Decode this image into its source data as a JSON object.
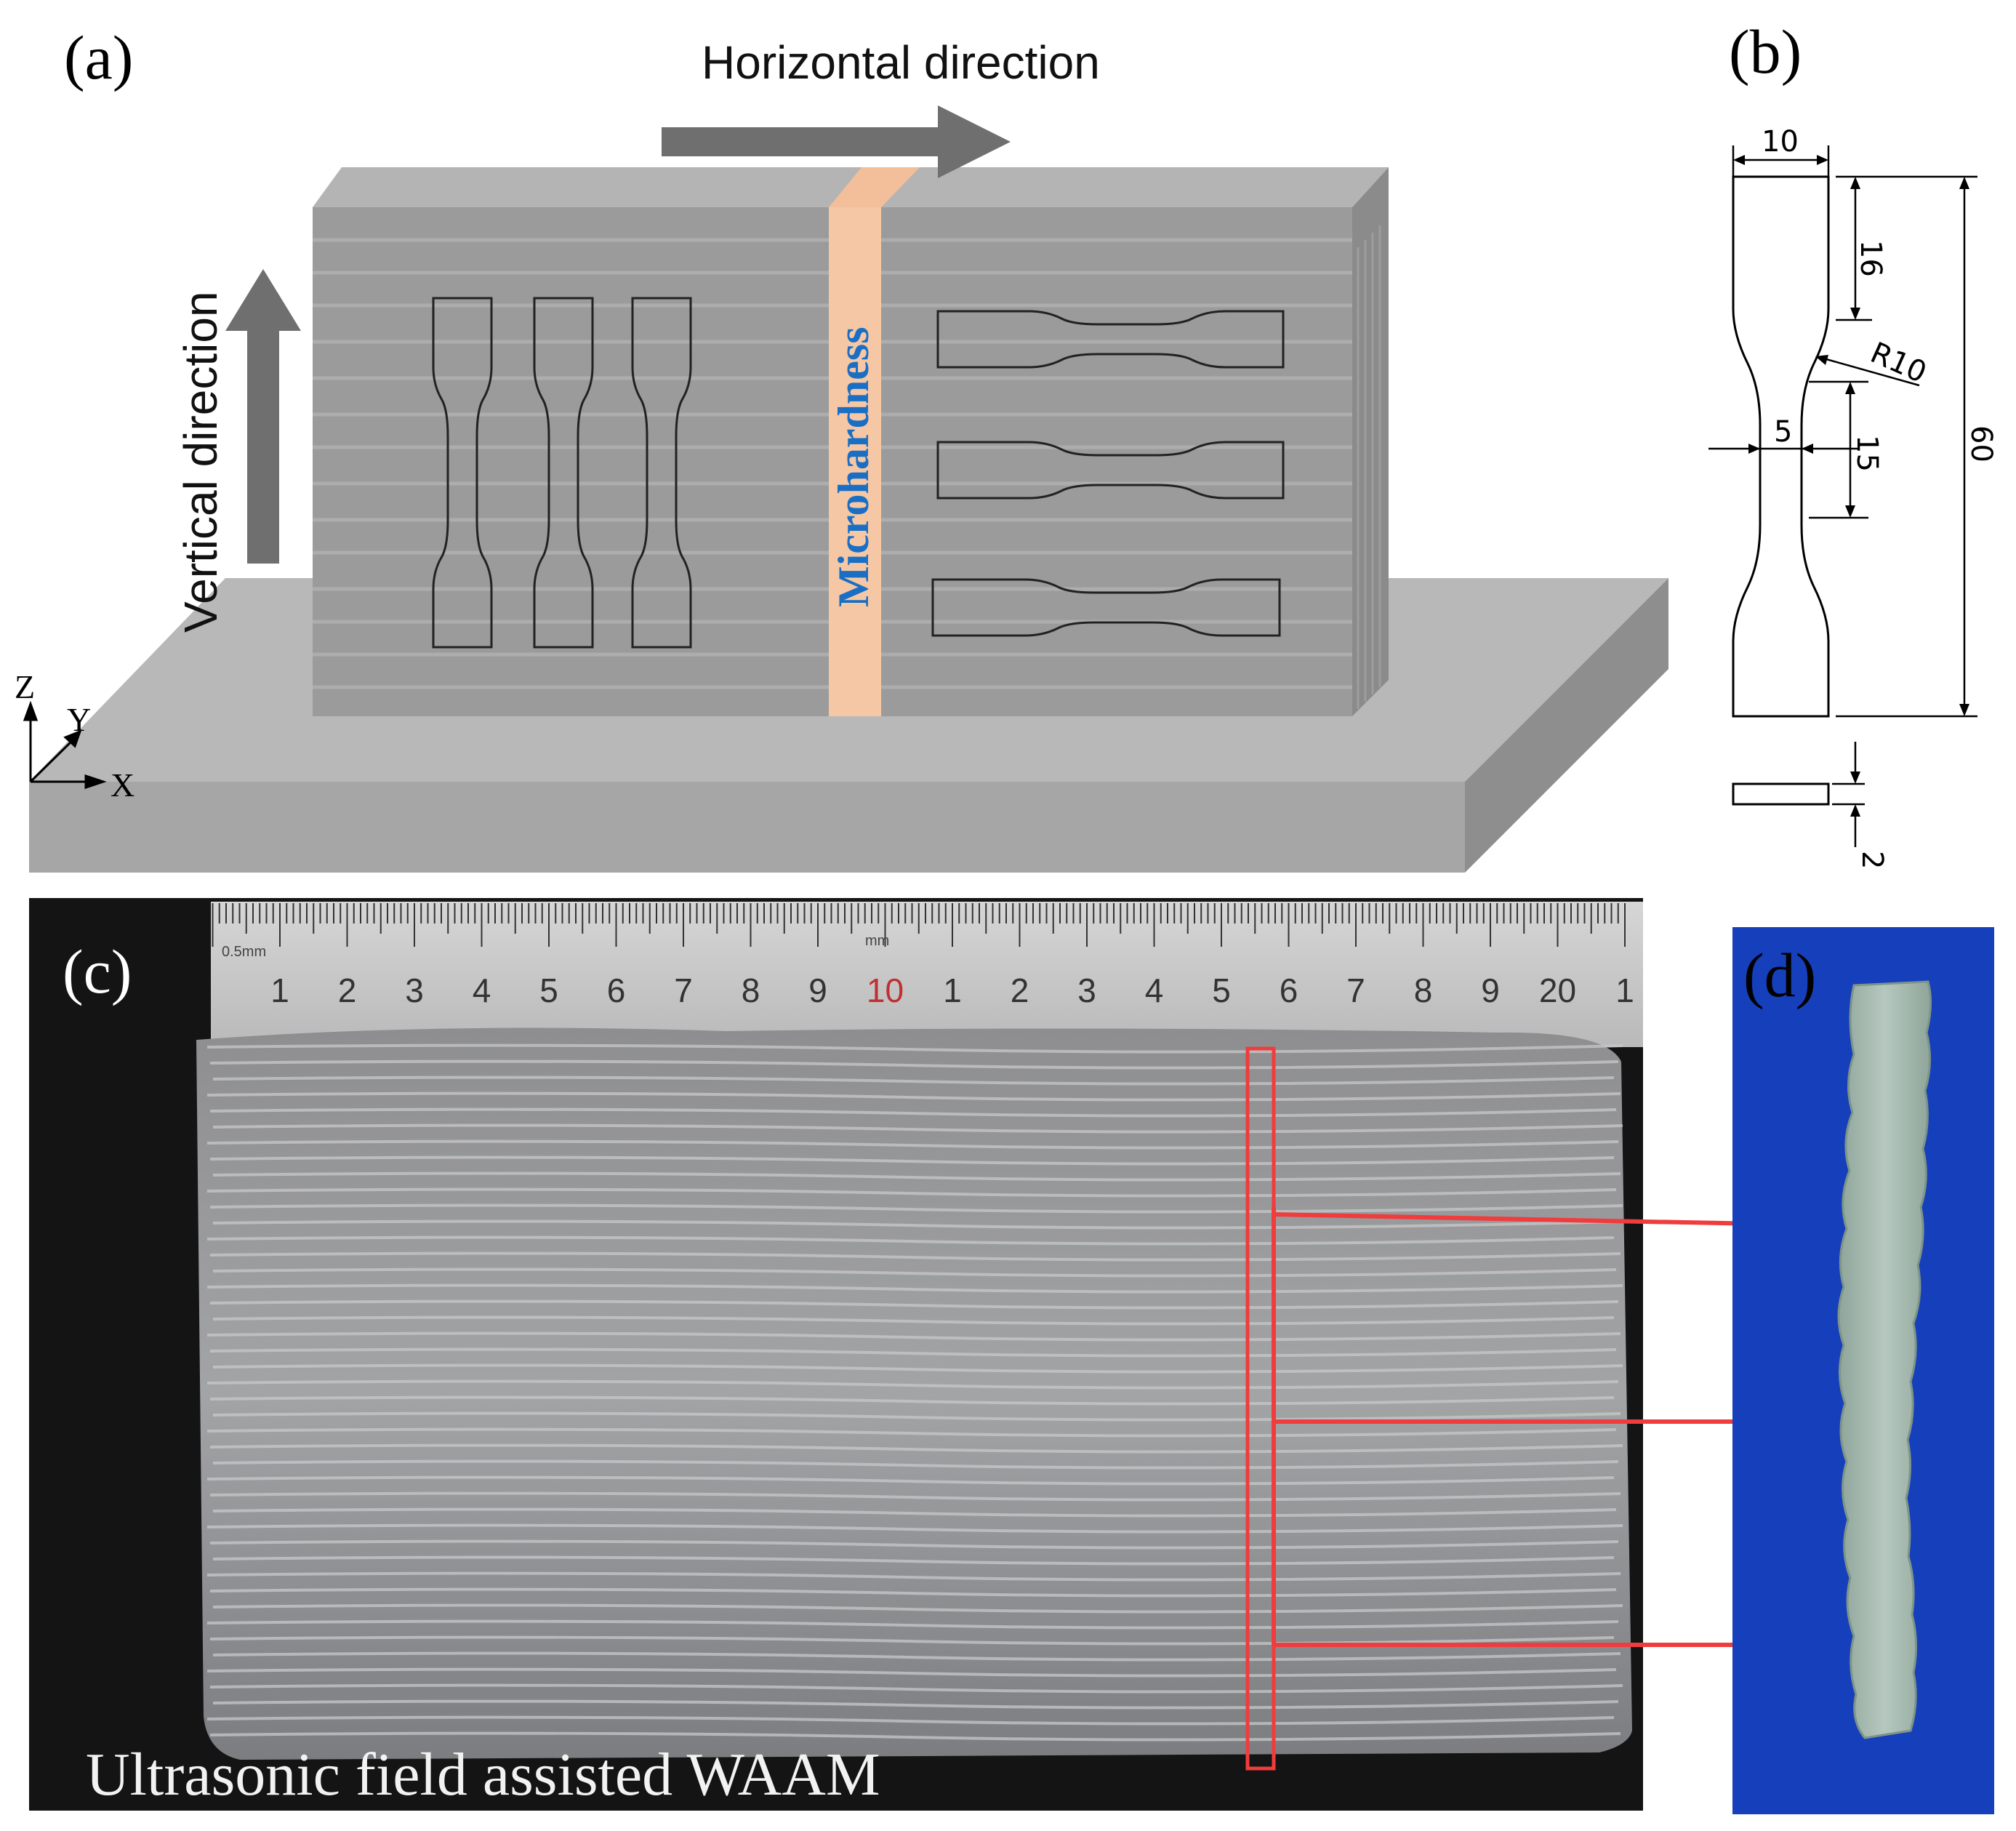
{
  "panels": {
    "a": {
      "label": "(a)",
      "horizontal_label": "Horizontal direction",
      "vertical_label": "Vertical direction",
      "strip_label": "Microhardness",
      "axes": {
        "z": "Z",
        "y": "Y",
        "x": "X"
      }
    },
    "b": {
      "label": "(b)",
      "dims": {
        "width_top": "10",
        "grip_len": "16",
        "radius": "R10",
        "gauge_width": "5",
        "gauge_len": "15",
        "total_len": "60",
        "thickness": "2"
      }
    },
    "c": {
      "label": "(c)",
      "caption": "Ultrasonic field assisted WAAM",
      "ruler_unit": "0.5mm",
      "ruler_unit2": "mm",
      "ruler_numbers": [
        "1",
        "2",
        "3",
        "4",
        "5",
        "6",
        "7",
        "8",
        "9",
        "10",
        "1",
        "2",
        "3",
        "4",
        "5",
        "6",
        "7",
        "8",
        "9",
        "20",
        "1"
      ]
    },
    "d": {
      "label": "(d)"
    }
  },
  "colors": {
    "block_gray": "#9d9d9d",
    "base_gray": "#b3b3b3",
    "strip_orange": "#f5c7a5",
    "microhardness_blue": "#1a6fc4",
    "arrow_gray": "#6f6f6f",
    "red": "#f03c3c",
    "photo_blue": "#1844c6"
  }
}
